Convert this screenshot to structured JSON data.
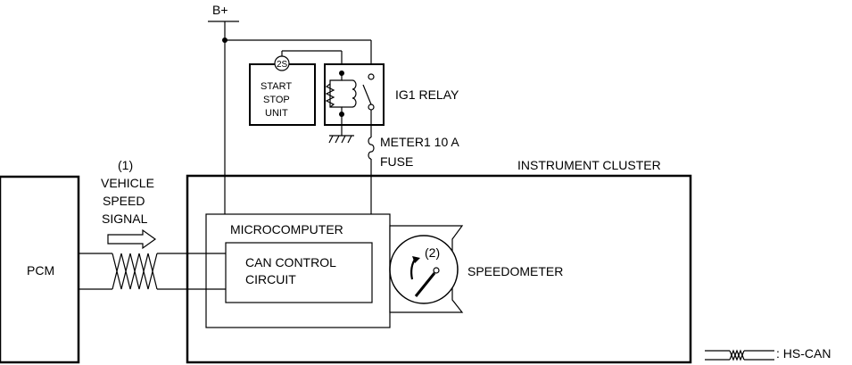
{
  "labels": {
    "b_plus": "B+",
    "two_s": "2S",
    "start_stop_1": "START",
    "start_stop_2": "STOP",
    "start_stop_3": "UNIT",
    "ig1_relay": "IG1 RELAY",
    "meter_fuse_1": "METER1 10 A",
    "meter_fuse_2": "FUSE",
    "instrument_cluster": "INSTRUMENT CLUSTER",
    "callout_1": "(1)",
    "vss_1": "VEHICLE",
    "vss_2": "SPEED",
    "vss_3": "SIGNAL",
    "pcm": "PCM",
    "microcomputer": "MICROCOMPUTER",
    "can_1": "CAN CONTROL",
    "can_2": "CIRCUIT",
    "callout_2": "(2)",
    "speedometer": "SPEEDOMETER",
    "legend": ": HS-CAN"
  }
}
